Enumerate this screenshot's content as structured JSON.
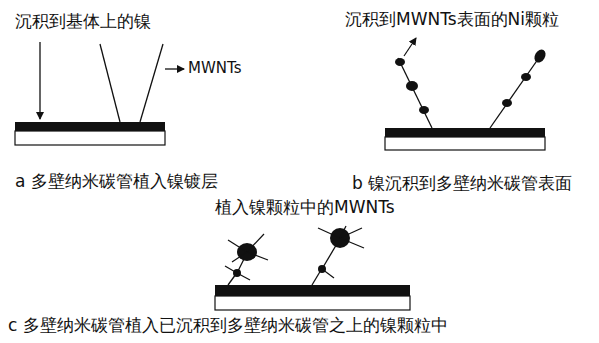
{
  "diagram": {
    "labels": [
      "沉积到基体上的镍",
      "MWNTs",
      "沉积到MWNTs表面的Ni颗粒",
      "a 多壁纳米碳管植入镍镀层",
      "b 镍沉积到多壁纳米碳管表面",
      "植入镍颗粒中的MWNTs",
      "c 多壁纳米碳管植入已沉积到多壁纳米碳管之上的镍颗粒中"
    ]
  }
}
